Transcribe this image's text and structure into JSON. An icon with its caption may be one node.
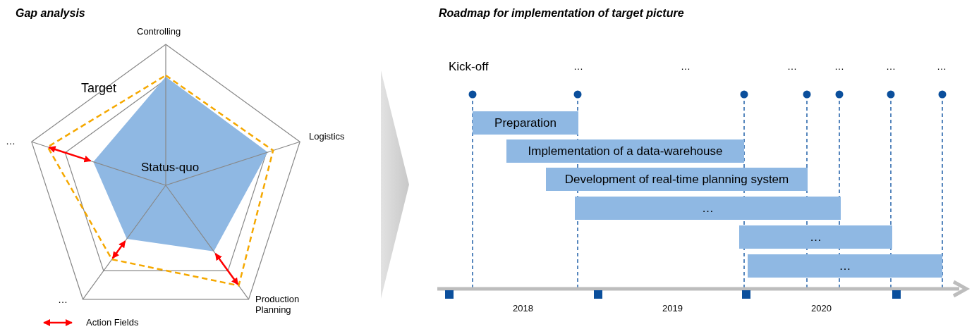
{
  "diagram": {
    "nodes": [
      {
        "text": [
          "Preparation"
        ]
      },
      {
        "text": [
          "Implementation of a data-warehouse"
        ]
      },
      {
        "text": [
          "Development of real-time planning system"
        ]
      },
      {
        "text": [
          "…"
        ]
      },
      {
        "text": [
          "…"
        ]
      },
      {
        "text": [
          "…"
        ]
      }
    ],
    "labels": [
      "Gap analysis",
      "Roadmap for implementation of target picture",
      "Controlling",
      "Kick-off",
      "…",
      "…",
      "…",
      "…",
      "…",
      "…",
      "Target",
      "…",
      "Logistics",
      "Status-quo",
      "…",
      "Production Planning",
      "2018",
      "2019",
      "2020"
    ],
    "legend": [
      {
        "text": "Action Fields"
      }
    ]
  }
}
